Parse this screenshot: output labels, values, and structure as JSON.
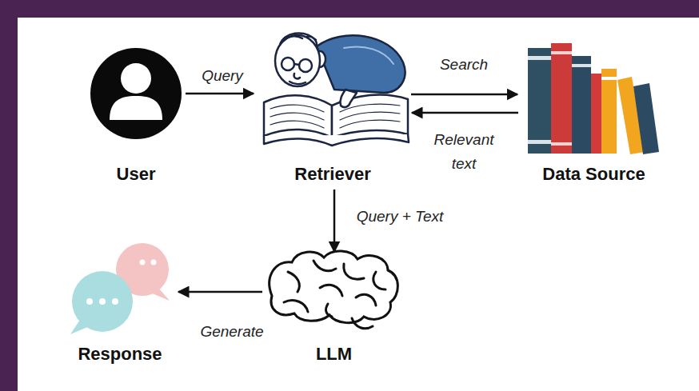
{
  "diagram": {
    "nodes": [
      {
        "text": [
          "User"
        ]
      },
      {
        "text": [
          "Retriever"
        ]
      },
      {
        "text": [
          "Data Source"
        ]
      },
      {
        "text": [
          "LLM"
        ]
      },
      {
        "text": [
          "Response"
        ]
      }
    ],
    "edges": [
      {
        "from": 0,
        "to": 1,
        "label": "Query",
        "arrow": "to"
      },
      {
        "from": 1,
        "to": 2,
        "label": "Search",
        "arrow": "to"
      },
      {
        "from": 2,
        "to": 1,
        "label": "Relevant text",
        "arrow": "to"
      },
      {
        "from": 1,
        "to": 3,
        "label": "Query + Text",
        "arrow": "to"
      },
      {
        "from": 3,
        "to": 4,
        "label": "Generate",
        "arrow": "to"
      }
    ]
  }
}
